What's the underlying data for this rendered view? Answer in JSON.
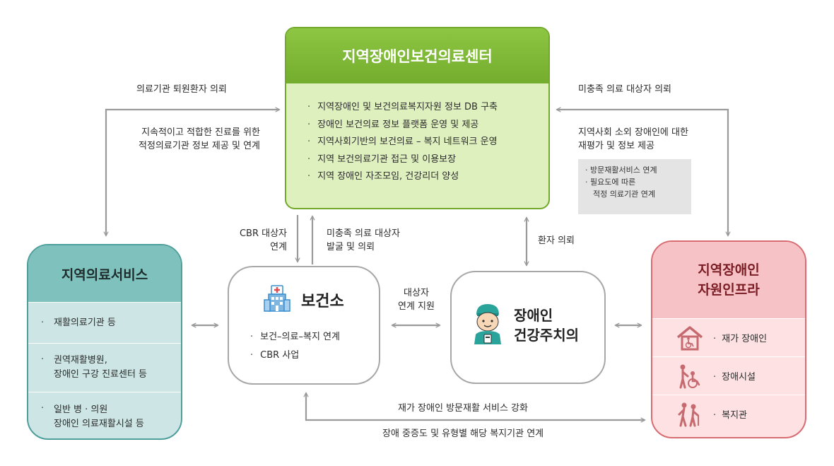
{
  "center_top": {
    "title": "지역장애인보건의료센터",
    "items": [
      "지역장애인 및 보건의료복지자원 정보 DB 구축",
      "장애인 보건의료 정보 플랫폼 운영 및 제공",
      "지역사회기반의 보건의료 – 복지 네트워크 운영",
      "지역 보건의료기관 접근 및 이용보장",
      "지역 장애인 자조모임, 건강리더 양성"
    ]
  },
  "left": {
    "title": "지역의료서비스",
    "items": [
      [
        "재활의료기관 등"
      ],
      [
        "권역재활병원,",
        "장애인 구강 진료센터 등"
      ],
      [
        "일반 병 · 의원",
        "장애인 의료재활시설 등"
      ]
    ]
  },
  "right": {
    "title_line1": "지역장애인",
    "title_line2": "자원인프라",
    "items": [
      {
        "label": "재가 장애인",
        "icon": "home-wheelchair-icon"
      },
      {
        "label": "장애시설",
        "icon": "caregiver-wheelchair-icon"
      },
      {
        "label": "복지관",
        "icon": "elderly-people-icon"
      }
    ]
  },
  "health_center": {
    "title": "보건소",
    "icon": "hospital-building-icon",
    "items": [
      "보건–의료–복지 연계",
      "CBR 사업"
    ]
  },
  "doctor": {
    "title_line1": "장애인",
    "title_line2": "건강주치의",
    "icon": "doctor-icon"
  },
  "labels": {
    "left_top": "의료기관 퇴원환자 의뢰",
    "left_mid1": "지속적이고 적합한 진료를 위한",
    "left_mid2": "적정의료기관 정보 제공 및 연계",
    "right_top": "미충족 의료 대상자 의뢰",
    "right_mid1": "지역사회 소외 장애인에 대한",
    "right_mid2": "재평가 및 정보 제공",
    "note1": "· 방문재활서비스 연계",
    "note2a": "· 필요도에 따른",
    "note2b": "적정 의료기관 연계",
    "cbr1": "CBR 대상자",
    "cbr2": "연계",
    "unmet1": "미충족 의료 대상자",
    "unmet2": "발굴 및 의뢰",
    "patient": "환자 의뢰",
    "target1": "대상자",
    "target2": "연계 지원",
    "bottom1": "재가 장애인 방문재활 서비스 강화",
    "bottom2": "장애 중증도 및 유형별 해당 복지기관 연계"
  },
  "colors": {
    "top_header": "#7ab535",
    "top_body": "#dff0bf",
    "left_header": "#7fc1bd",
    "left_body": "#cde6e5",
    "right_header": "#f7c2c6",
    "right_body": "#fde1e3",
    "arrow": "#9a9a9a"
  }
}
